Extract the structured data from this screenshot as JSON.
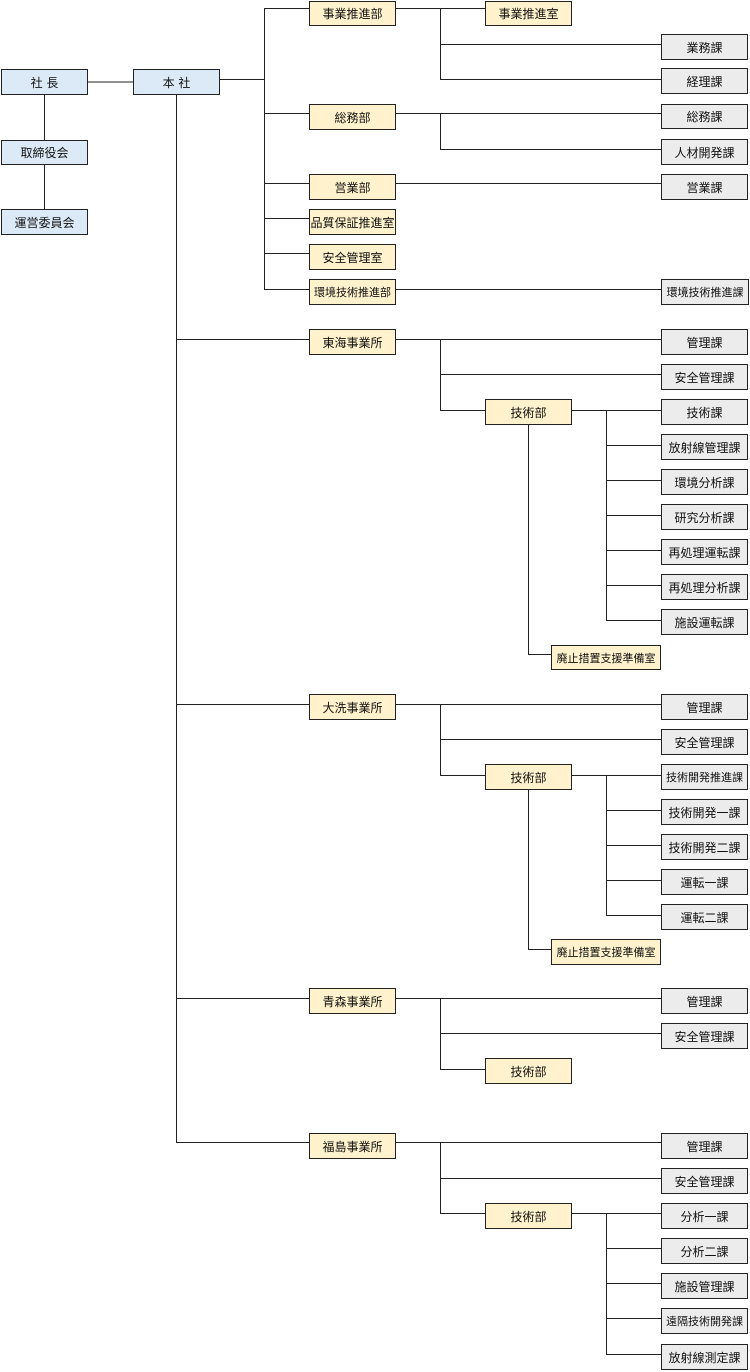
{
  "top": {
    "president": "社 長",
    "board": "取締役会",
    "committee": "運営委員会",
    "head_office": "本 社"
  },
  "head_office_units": [
    {
      "name": "事業推進部",
      "subs": [
        "事業推進室",
        "業務課",
        "経理課"
      ]
    },
    {
      "name": "総務部",
      "subs": [
        "総務課",
        "人材開発課"
      ]
    },
    {
      "name": "営業部",
      "subs": [
        "営業課"
      ]
    },
    {
      "name": "品質保証推進室",
      "subs": []
    },
    {
      "name": "安全管理室",
      "subs": []
    },
    {
      "name": "環境技術推進部",
      "subs": [
        "環境技術推進課"
      ]
    }
  ],
  "sites": [
    {
      "name": "東海事業所",
      "sections": [
        "管理課",
        "安全管理課"
      ],
      "tech_dept": "技術部",
      "tech_sections": [
        "技術課",
        "放射線管理課",
        "環境分析課",
        "研究分析課",
        "再処理運転課",
        "再処理分析課",
        "施設運転課"
      ],
      "prep_office": "廃止措置支援準備室"
    },
    {
      "name": "大洗事業所",
      "sections": [
        "管理課",
        "安全管理課"
      ],
      "tech_dept": "技術部",
      "tech_sections": [
        "技術開発推進課",
        "技術開発一課",
        "技術開発二課",
        "運転一課",
        "運転二課"
      ],
      "prep_office": "廃止措置支援準備室"
    },
    {
      "name": "青森事業所",
      "sections": [
        "管理課",
        "安全管理課"
      ],
      "tech_dept": "技術部",
      "tech_sections": [],
      "prep_office": ""
    },
    {
      "name": "福島事業所",
      "sections": [
        "管理課",
        "安全管理課"
      ],
      "tech_dept": "技術部",
      "tech_sections": [
        "分析一課",
        "分析二課",
        "施設管理課",
        "遠隔技術開発課",
        "放射線測定課"
      ],
      "prep_office": ""
    }
  ]
}
